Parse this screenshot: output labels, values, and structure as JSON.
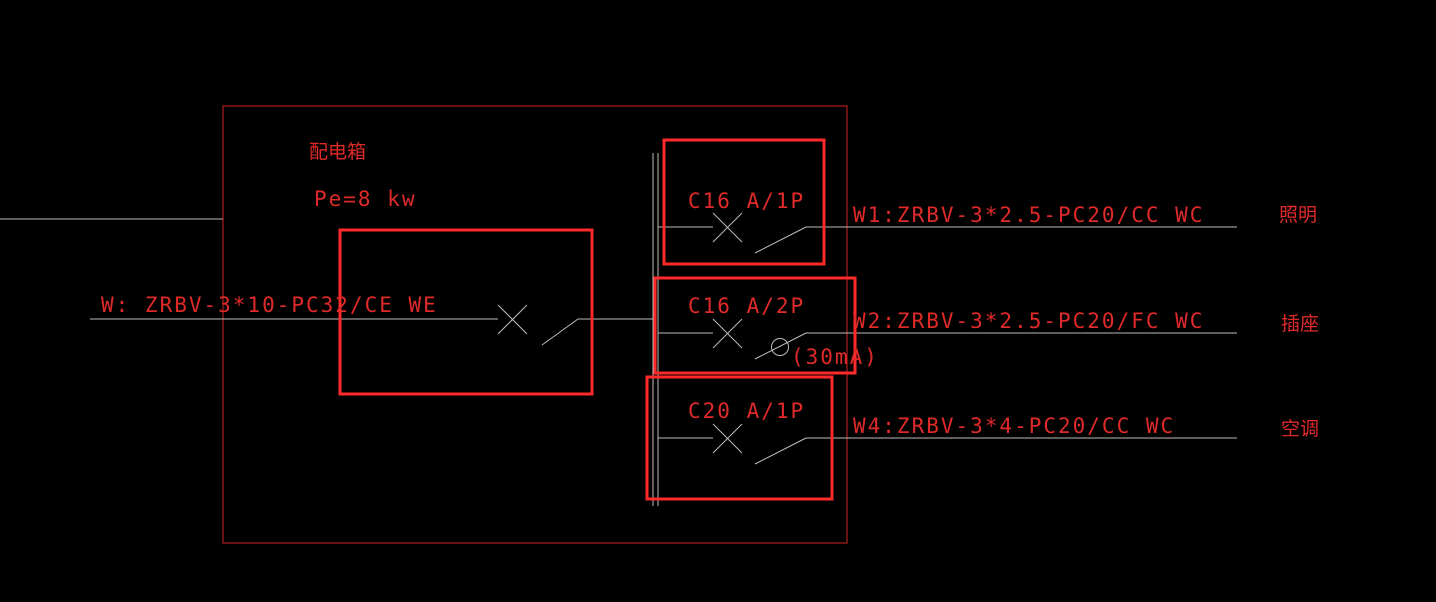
{
  "colors": {
    "background": "#000000",
    "text": "#e02a2a",
    "wire": "#bdbdbd",
    "enclosure": "#d42020",
    "highlight": "#ff2a2a"
  },
  "panel": {
    "title": "配电箱",
    "power": "Pe=8 kw"
  },
  "incoming": {
    "label": "W: ZRBV-3*10-PC32/CE WE"
  },
  "circuits": [
    {
      "breaker": "C16 A/1P",
      "cable": "W1:ZRBV-3*2.5-PC20/CC WC",
      "load": "照明"
    },
    {
      "breaker": "C16 A/2P",
      "cable": "W2:ZRBV-3*2.5-PC20/FC WC",
      "load": "插座",
      "rcd": "(30mA)"
    },
    {
      "breaker": "C20 A/1P",
      "cable": "W4:ZRBV-3*4-PC20/CC WC",
      "load": "空调"
    }
  ]
}
